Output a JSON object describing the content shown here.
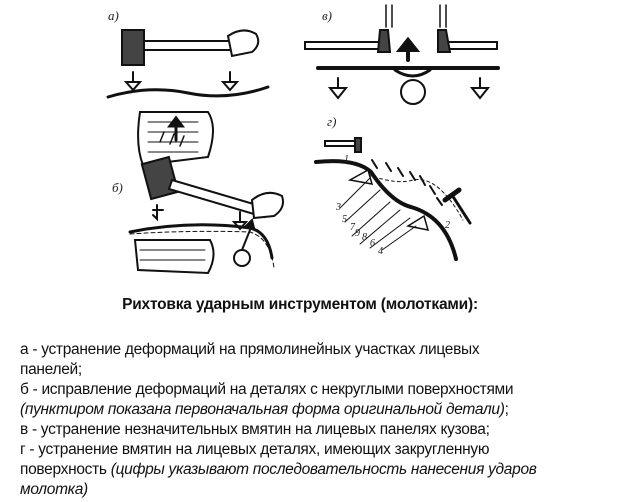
{
  "figure": {
    "panel_labels": [
      "а)",
      "б)",
      "в)",
      "г)"
    ],
    "sequence_numbers": [
      "1",
      "2",
      "3",
      "4",
      "5",
      "6",
      "7",
      "8",
      "9"
    ]
  },
  "caption": {
    "title": "Рихтовка ударным инструментом (молотками):",
    "lines": [
      {
        "text": "а - устранение деформаций на прямолинейных участках лицевых",
        "italic": ""
      },
      {
        "text": "панелей;",
        "italic": ""
      },
      {
        "text": "б - исправление деформаций на деталях с некруглыми поверхностями",
        "italic": ""
      },
      {
        "text": "",
        "italic": "(пунктиром показана первоначальная форма оригинальной детали)",
        "tail": ";"
      },
      {
        "text": "в - устранение незначительных вмятин на лицевых панелях кузова;",
        "italic": ""
      },
      {
        "text": "г - устранение вмятин на лицевых деталях, имеющих закругленную",
        "italic": ""
      },
      {
        "text": "поверхность ",
        "italic": "(цифры указывают последовательность нанесения ударов"
      },
      {
        "text": "",
        "italic": "молотка)"
      }
    ]
  }
}
